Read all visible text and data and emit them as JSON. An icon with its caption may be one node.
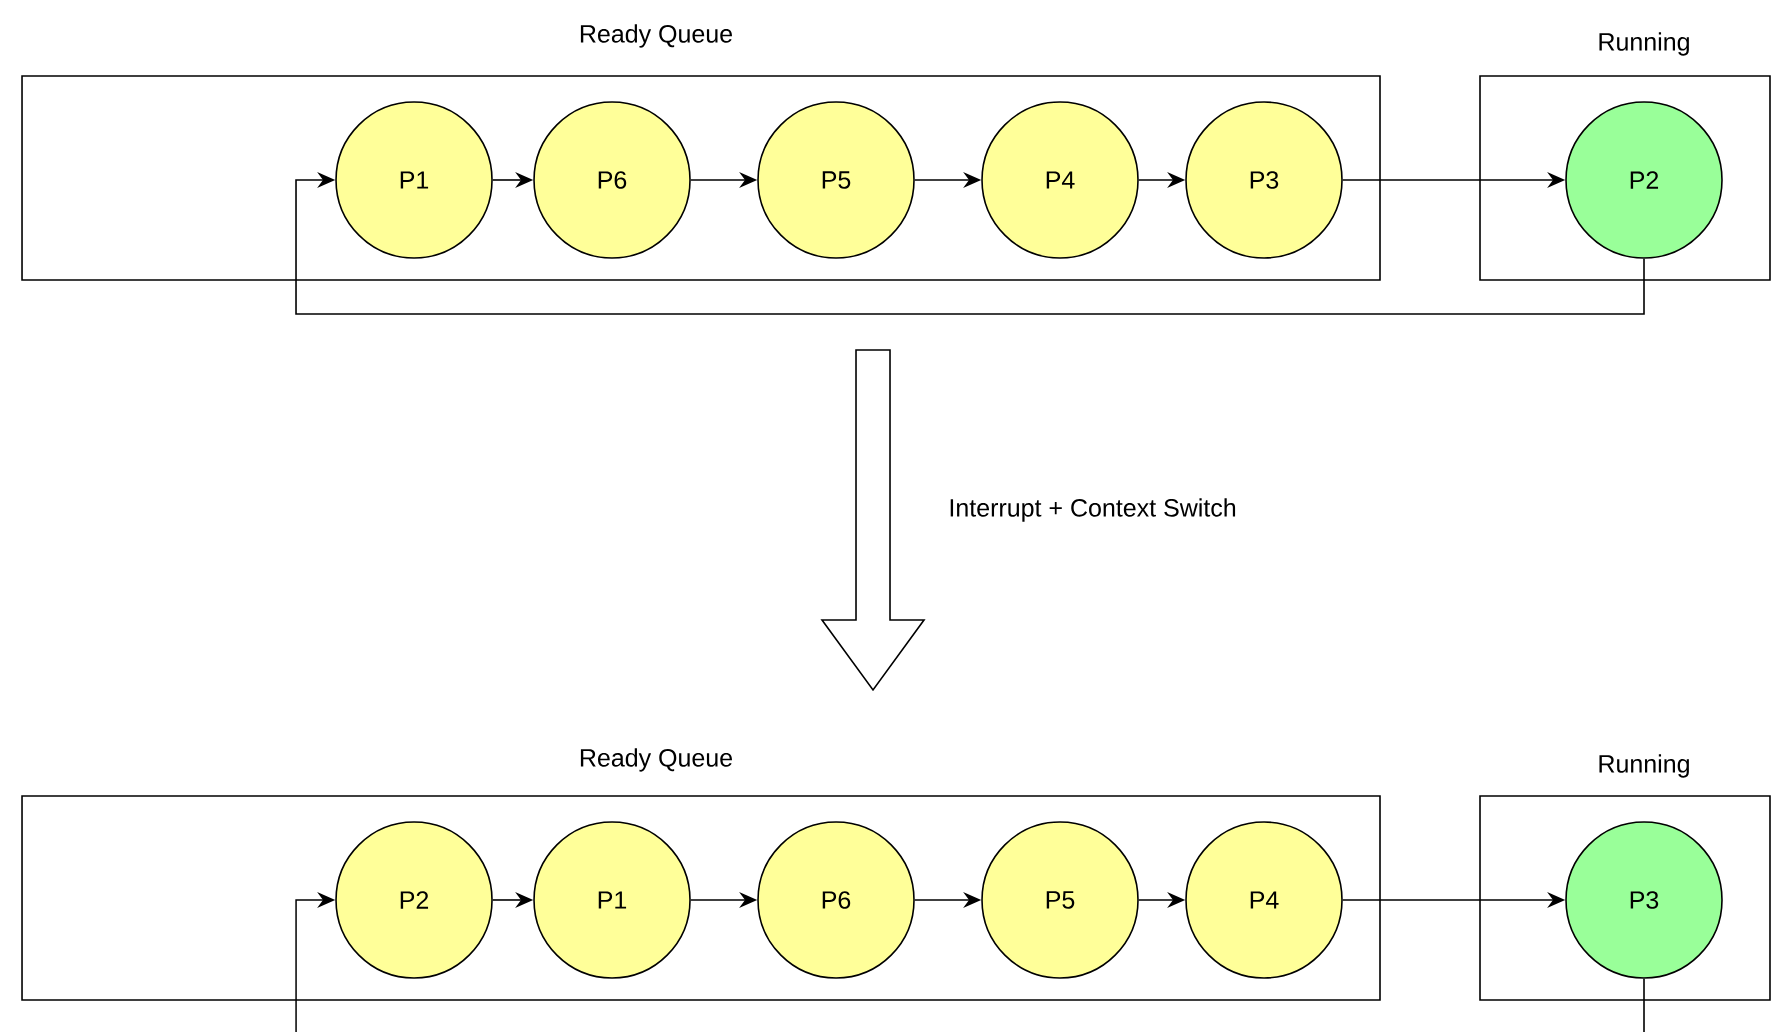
{
  "diagram": {
    "nodes": [
      {
        "text": [
          "Ready Queue"
        ]
      },
      {
        "text": [
          "P1"
        ],
        "in": 0
      },
      {
        "text": [
          "P6"
        ],
        "in": 0
      },
      {
        "text": [
          "P5"
        ],
        "in": 0
      },
      {
        "text": [
          "P4"
        ],
        "in": 0
      },
      {
        "text": [
          "P3"
        ],
        "in": 0
      },
      {
        "text": [
          "Running"
        ]
      },
      {
        "text": [
          "P2"
        ],
        "in": 6
      },
      {
        "text": [
          "Ready Queue"
        ]
      },
      {
        "text": [
          "P2"
        ],
        "in": 8
      },
      {
        "text": [
          "P1"
        ],
        "in": 8
      },
      {
        "text": [
          "P6"
        ],
        "in": 8
      },
      {
        "text": [
          "P5"
        ],
        "in": 8
      },
      {
        "text": [
          "P4"
        ],
        "in": 8
      },
      {
        "text": [
          "Running"
        ]
      },
      {
        "text": [
          "P3"
        ],
        "in": 14
      }
    ],
    "edges": [
      {
        "from": 1,
        "to": 2,
        "arrow": "to"
      },
      {
        "from": 2,
        "to": 3,
        "arrow": "to"
      },
      {
        "from": 3,
        "to": 4,
        "arrow": "to"
      },
      {
        "from": 4,
        "to": 5,
        "arrow": "to"
      },
      {
        "from": 5,
        "to": 7,
        "arrow": "to"
      },
      {
        "from": 7,
        "to": 1,
        "arrow": "to"
      },
      {
        "from": 0,
        "to": 8,
        "arrow": "to",
        "style": "thick",
        "label": "Interrupt + Context Switch"
      },
      {
        "from": 9,
        "to": 10,
        "arrow": "to"
      },
      {
        "from": 10,
        "to": 11,
        "arrow": "to"
      },
      {
        "from": 11,
        "to": 12,
        "arrow": "to"
      },
      {
        "from": 12,
        "to": 13,
        "arrow": "to"
      },
      {
        "from": 13,
        "to": 15,
        "arrow": "to"
      },
      {
        "from": 15,
        "to": null,
        "arrow": "none"
      },
      {
        "from": null,
        "to": 9,
        "arrow": "to"
      }
    ]
  }
}
